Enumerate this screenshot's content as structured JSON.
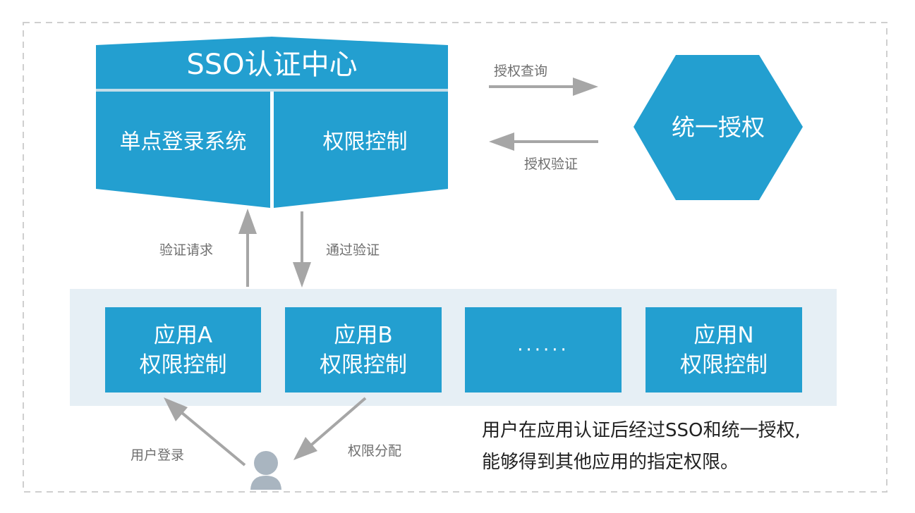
{
  "sso_center": {
    "title": "SSO认证中心",
    "left_module": "单点登录系统",
    "right_module": "权限控制"
  },
  "authorization": {
    "label": "统一授权",
    "query_arrow_label": "授权查询",
    "verify_arrow_label": "授权验证"
  },
  "flows": {
    "verify_request": "验证请求",
    "pass_verify": "通过验证",
    "user_login": "用户登录",
    "permission_assign": "权限分配"
  },
  "apps": [
    {
      "name": "应用A",
      "sub": "权限控制"
    },
    {
      "name": "应用B",
      "sub": "权限控制"
    },
    {
      "name": "······",
      "sub": ""
    },
    {
      "name": "应用N",
      "sub": "权限控制"
    }
  ],
  "note": {
    "line1": "用户在应用认证后经过SSO和统一授权,",
    "line2": "能够得到其他应用的指定权限。"
  },
  "colors": {
    "primary_blue": "#239fd0",
    "arrow_gray": "#a6a6a6",
    "panel_bg": "#e6eff5",
    "user_icon": "#a9b5c0",
    "dashed_border": "#cfcfcf"
  }
}
